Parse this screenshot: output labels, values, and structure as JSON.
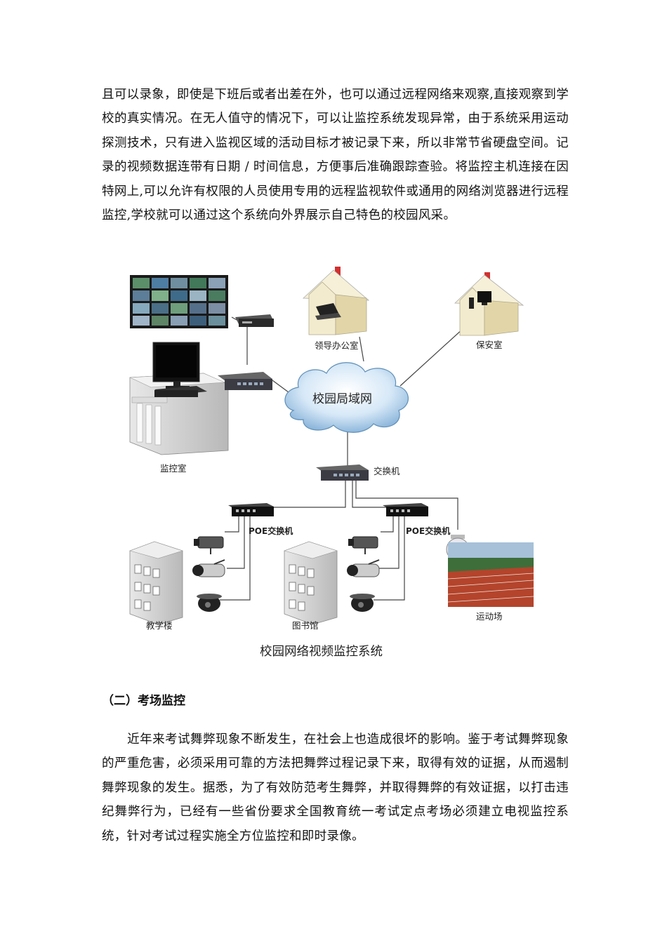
{
  "intro_paragraph": "且可以录象，即使是下班后或者出差在外，也可以通过远程网络来观察,直接观察到学校的真实情况。在无人值守的情况下，可以让监控系统发现异常，由于系统采用运动探测技术，只有进入监视区域的活动目标才被记录下来，所以非常节省硬盘空间。记录的视频数据连带有日期 / 时间信息，方便事后准确跟踪查验。将监控主机连接在因特网上,可以允许有权限的人员使用专用的远程监视软件或通用的网络浏览器进行远程监控,学校就可以通过这个系统向外界展示自己特色的校园风采。",
  "diagram": {
    "labels": {
      "leader_office": "领导办公室",
      "security_room": "保安室",
      "campus_lan": "校园局域网",
      "monitor_room": "监控室",
      "switch": "交换机",
      "poe_switch_left": "POE交换机",
      "poe_switch_right": "POE交换机",
      "teaching_building": "教学楼",
      "library": "图书馆",
      "playground": "运动场"
    },
    "caption": "校园网络视频监控系统"
  },
  "section_heading": "（二）考场监控",
  "exam_paragraph": "近年来考试舞弊现象不断发生，在社会上也造成很坏的影响。鉴于考试舞弊现象的严重危害，必须采用可靠的方法把舞弊过程记录下来，取得有效的证据，从而遏制舞弊现象的发生。据悉，为了有效防范考生舞弊，并取得舞弊的有效证据，以打击违纪舞弊行为，已经有一些省份要求全国教育统一考试定点考场必须建立电视监控系统，针对考试过程实施全方位监控和即时录像。"
}
